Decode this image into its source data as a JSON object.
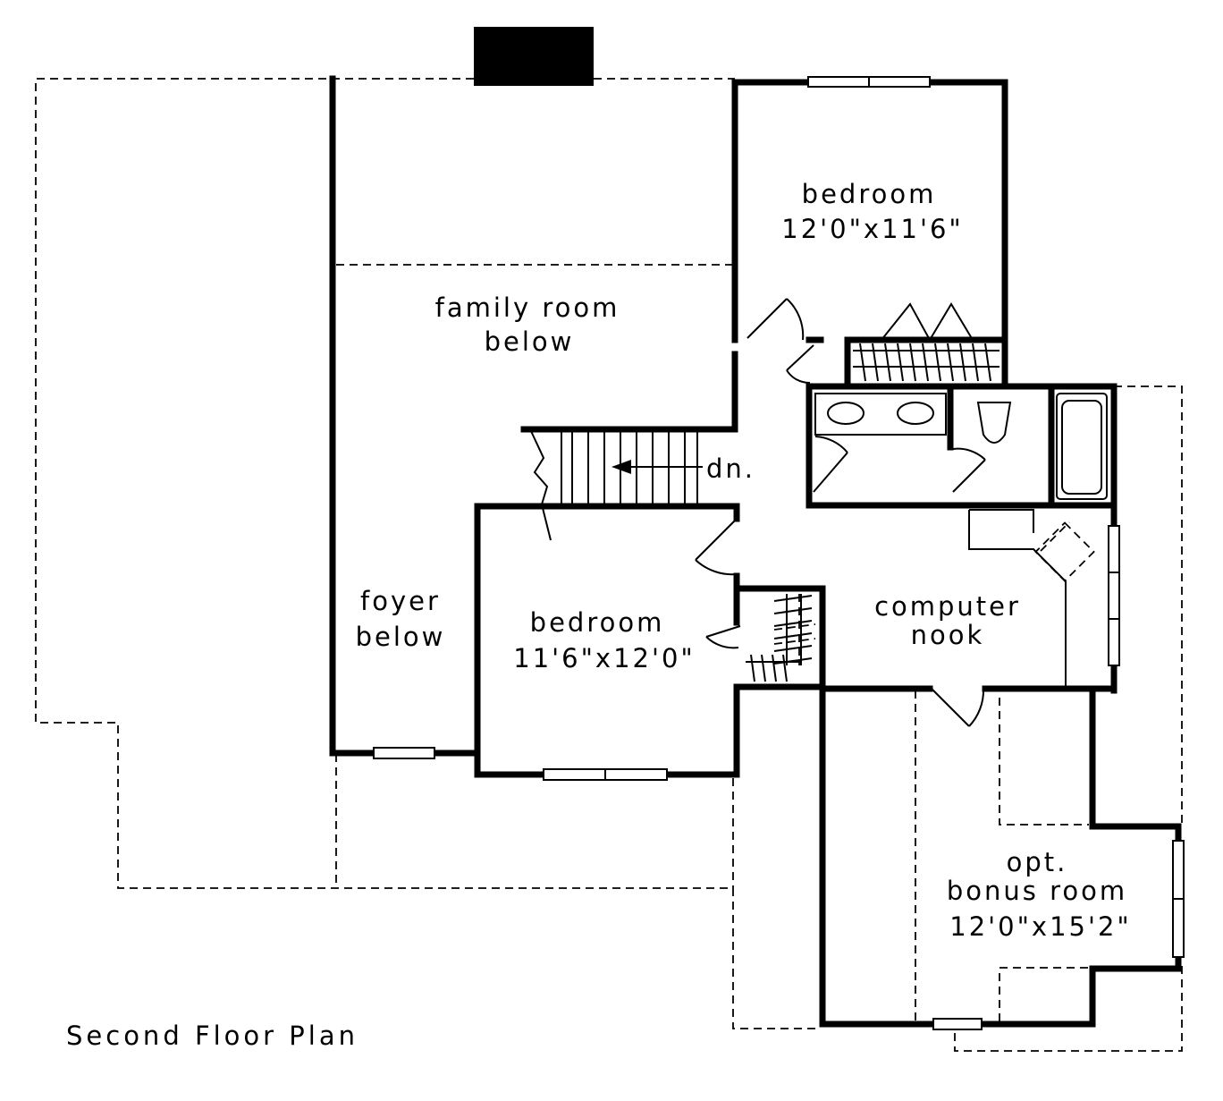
{
  "plan": {
    "title": "Second Floor Plan",
    "rooms": {
      "bedroom_top": {
        "name": "bedroom",
        "size": "12'0\"x11'6\""
      },
      "family_room": {
        "line1": "family room",
        "line2": "below"
      },
      "foyer": {
        "line1": "foyer",
        "line2": "below"
      },
      "bedroom_left": {
        "name": "bedroom",
        "size": "11'6\"x12'0\""
      },
      "computer_nook": {
        "line1": "computer",
        "line2": "nook"
      },
      "bonus_room": {
        "line1": "opt.",
        "line2": "bonus room",
        "size": "12'0\"x15'2\""
      }
    },
    "stair_label": "dn."
  }
}
